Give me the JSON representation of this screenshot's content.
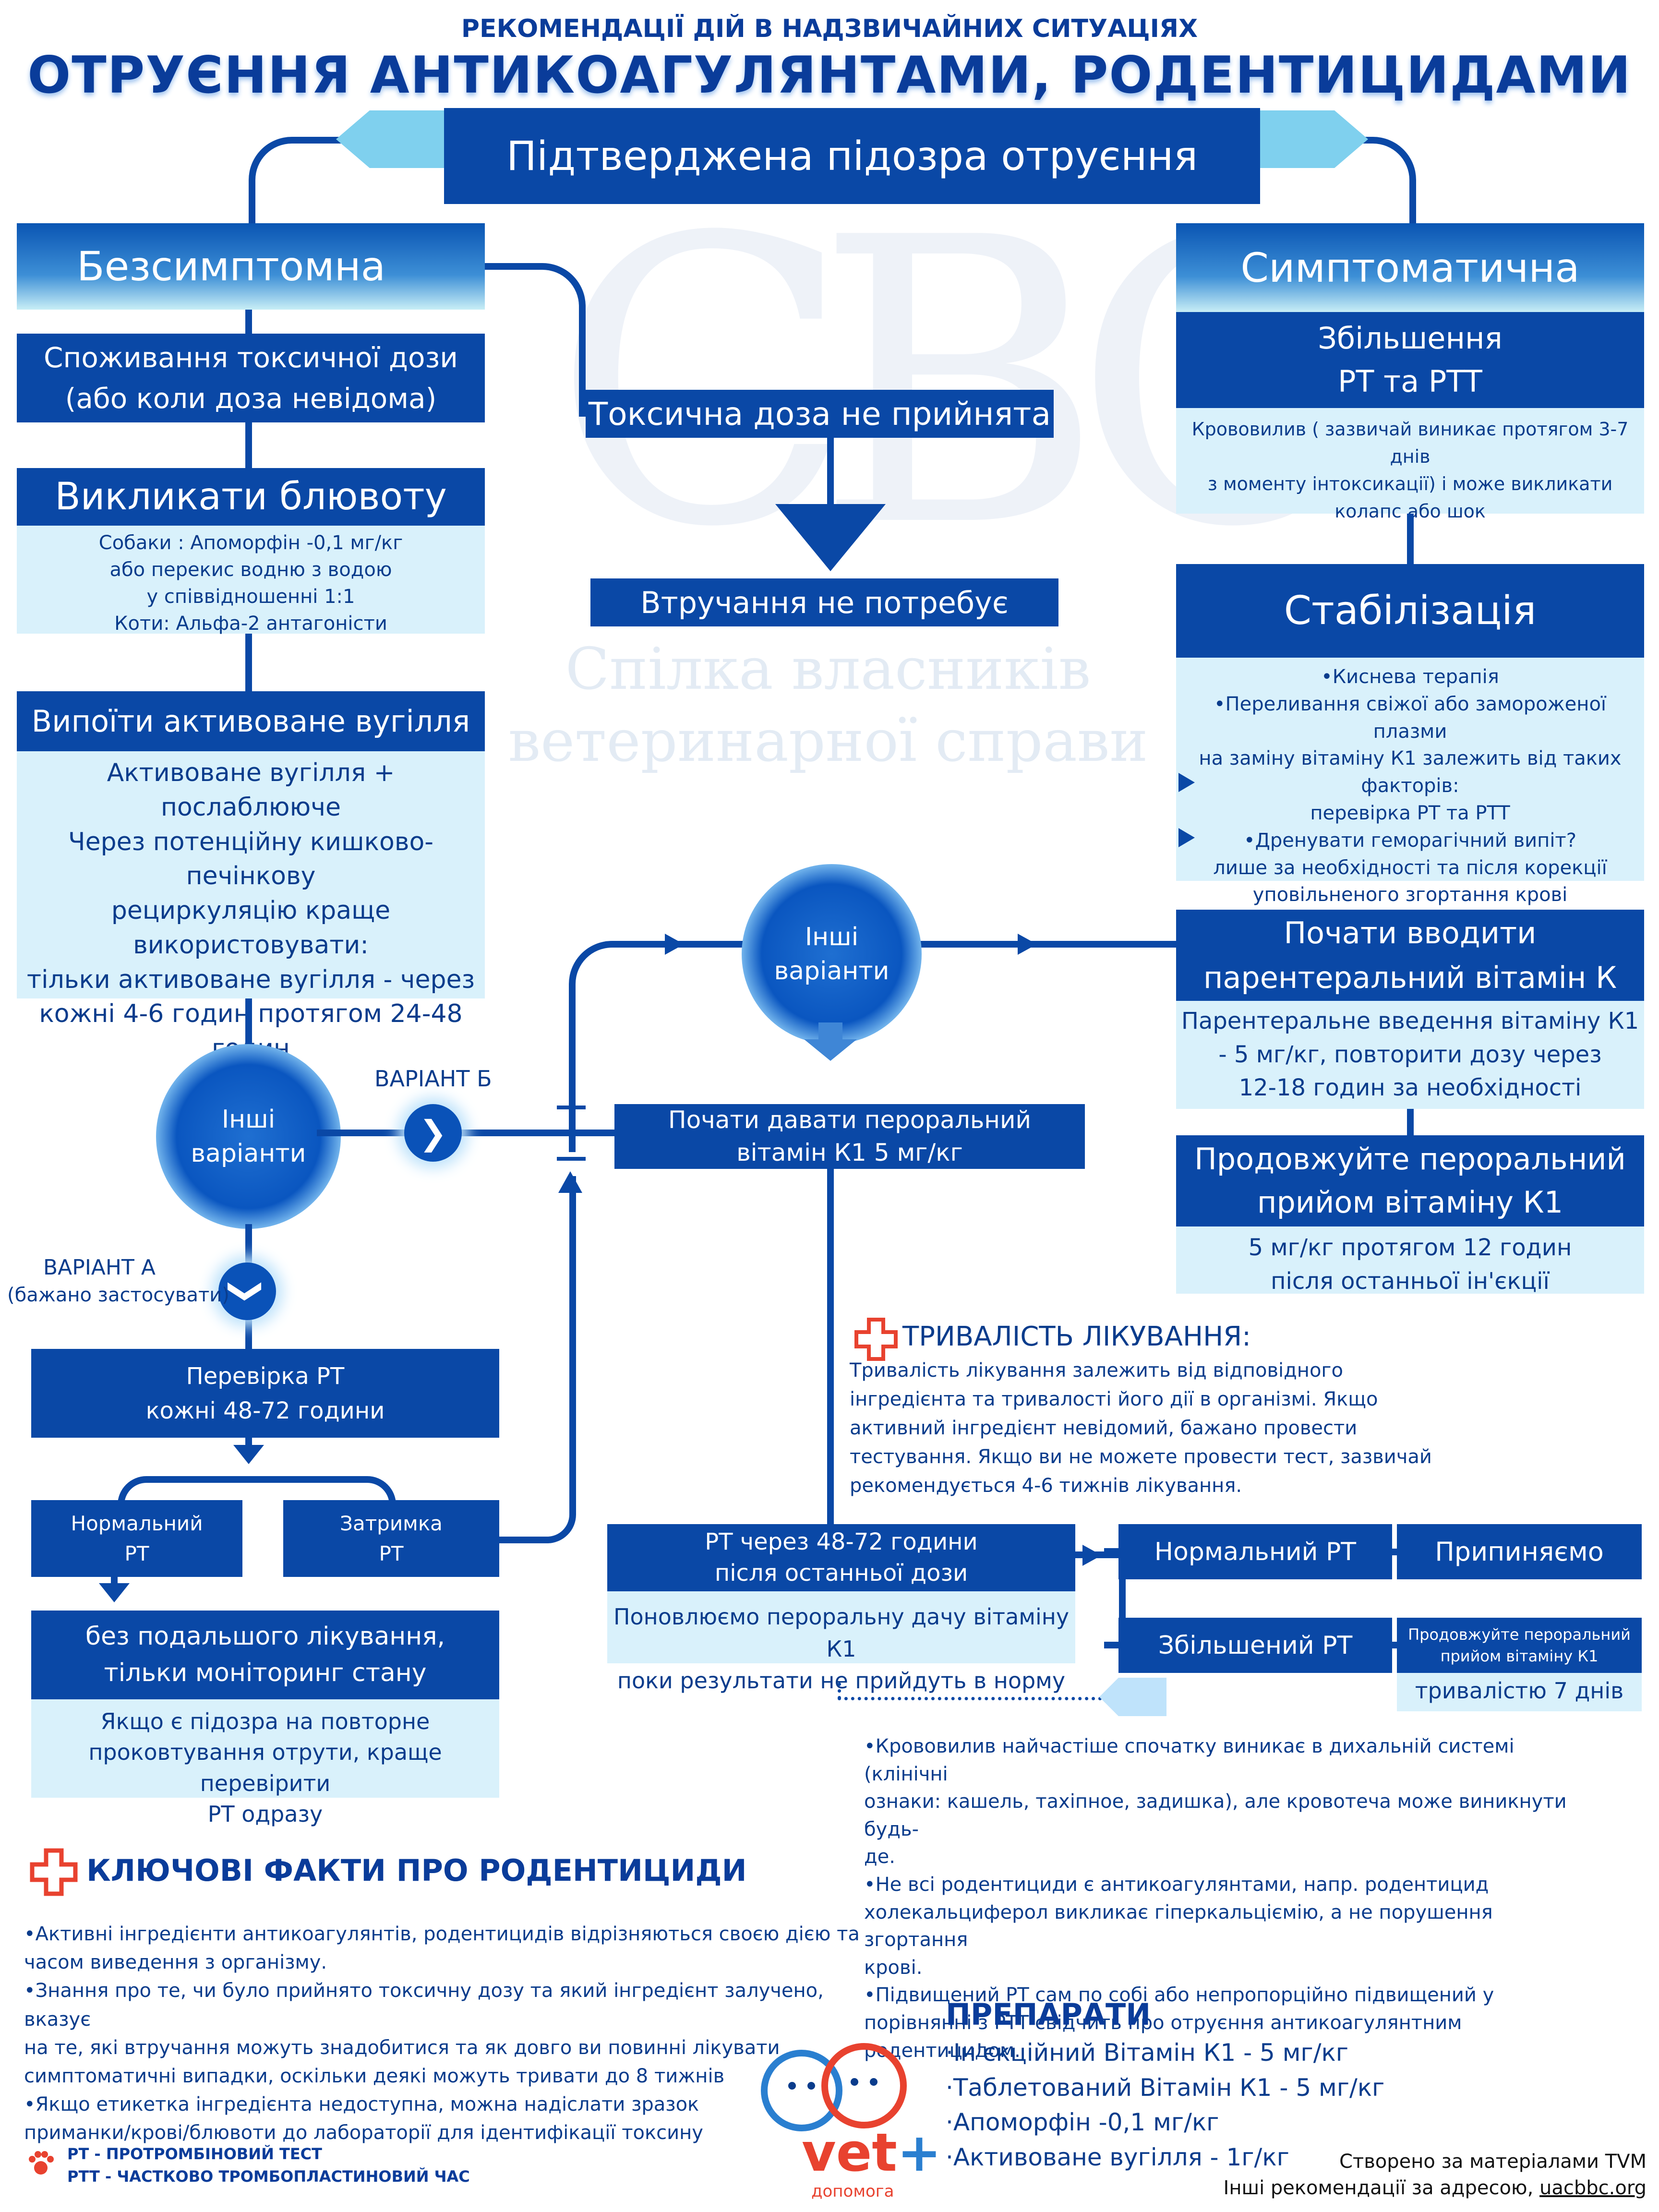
{
  "header": {
    "subtitle": "РЕКОМЕНДАЦІЇ ДІЙ В НАДЗВИЧАЙНИХ СИТУАЦІЯХ",
    "title": "ОТРУЄННЯ АНТИКОАГУЛЯНТАМИ, РОДЕНТИЦИДАМИ",
    "confirmed": "Підтверджена підозра отруєння"
  },
  "watermark": {
    "logo_letters": "CBC",
    "org_line1": "Спілка власників",
    "org_line2": "ветеринарної справи"
  },
  "left": {
    "asymptomatic": "Безсимптомна",
    "toxic_dose_l1": "Споживання токсичної дози",
    "toxic_dose_l2": "(або коли доза невідома)",
    "induce_vomit": "Викликати блювоту",
    "vomit_l1": "Собаки : Апоморфін -0,1 мг/кг",
    "vomit_l2": "або перекис водню з водою",
    "vomit_l3": "у співвідношенні 1:1",
    "vomit_l4": "Коти: Альфа-2 антагоністи",
    "charcoal": "Випоїти активоване вугілля",
    "charcoal_lines": [
      "Активоване вугілля + послаблююче",
      "Через потенційну кишково-печінкову",
      "рециркуляцію краще",
      "використовувати:",
      "тільки активоване вугілля - через",
      "кожні 4-6 годин протягом 24-48",
      "годин"
    ],
    "other_l1": "Інші",
    "other_l2": "варіанти",
    "variant_b": "ВАРІАНТ Б",
    "variant_a": "ВАРІАНТ А",
    "variant_a_note": "(бажано застосувати)",
    "check_pt_l1": "Перевірка PT",
    "check_pt_l2": "кожні 48-72 години",
    "normal_pt_l1": "Нормальний",
    "normal_pt_l2": "PT",
    "delay_pt_l1": "Затримка",
    "delay_pt_l2": "PT",
    "no_further_l1": "без подальшого лікування,",
    "no_further_l2": "тільки моніторинг стану",
    "reexposure_l1": "Якщо є підозра на повторне",
    "reexposure_l2": "проковтування отрути, краще перевірити",
    "reexposure_l3": "PT одразу"
  },
  "center": {
    "not_taken": "Токсична доза не прийнята",
    "no_intervention": "Втручання не потребує",
    "other_l1": "Інші",
    "other_l2": "варіанти",
    "oral_k1_l1": "Почати давати пероральний",
    "oral_k1_l2": "вітамін К1 5 мг/кг",
    "duration_title": "ТРИВАЛІСТЬ ЛІКУВАННЯ:",
    "duration_lines": [
      "Тривалість лікування залежить від відповідного",
      "інгредієнта та тривалості його дії в організмі. Якщо",
      "активний інгредієнт невідомий, бажано провести",
      "тестування. Якщо ви не можете провести тест, зазвичай",
      "рекомендується 4-6 тижнів лікування."
    ],
    "pt_after_l1": "PT через 48-72 години",
    "pt_after_l2": "після останньої дози",
    "renew_l1": "Поновлюємо пероральну дачу вітаміну К1",
    "renew_l2": "поки результати не прийдуть в норму",
    "normal_pt": "Нормальний PT",
    "stop": "Припиняємо",
    "increased_pt": "Збільшений PT",
    "continue_small_l1": "Продовжуйте пероральний",
    "continue_small_l2": "прийом вітаміну К1",
    "seven_days": "тривалістю 7 днів"
  },
  "right": {
    "symptomatic": "Симптоматична",
    "increase_l1": "Збільшення",
    "increase_l2": "PT та PTT",
    "bleed_l1": "Крововилив ( зазвичай виникає протягом 3-7 днів",
    "bleed_l2": "з моменту інтоксикації) і може викликати",
    "bleed_l3": "колапс або шок",
    "stabilization": "Стабілізація",
    "stab_lines": [
      "•Киснева терапія",
      "•Переливання свіжої або замороженої плазми",
      "на заміну вітаміну К1 залежить від таких",
      "факторів:",
      "перевірка PT та PTT",
      "•Дренувати геморагічний випіт?",
      "лише за необхідності та після корекції",
      "уповільненого згортання крові"
    ],
    "parenteral_l1": "Почати вводити",
    "parenteral_l2": "парентеральний вітамін К",
    "parenteral_det_l1": "Парентеральне введення вітаміну К1",
    "parenteral_det_l2": "- 5 мг/кг, повторити дозу через",
    "parenteral_det_l3": "12-18 годин за необхідності",
    "continue_l1": "Продовжуйте пероральний",
    "continue_l2": "прийом вітаміну К1",
    "continue_det_l1": "5 мг/кг протягом 12 годин",
    "continue_det_l2": "після останньої ін'єкції"
  },
  "notes": {
    "bullets": [
      "•Крововилив найчастіше спочатку виникає в дихальній системі (клінічні",
      "ознаки: кашель, тахіпное, задишка), але кровотеча може виникнути будь-",
      "де.",
      "•Не всі родентициди є антикоагулянтами, напр. родентицид",
      "холекальциферол викликає гіперкальціємію, а не порушення згортання",
      "крові.",
      "•Підвищений PT сам по собі або непропорційно підвищений у",
      "порівнянні з PTT свідчить про отруєння антикоагулянтним",
      "родентицидом."
    ]
  },
  "facts": {
    "title": "КЛЮЧОВІ ФАКТИ ПРО РОДЕНТИЦИДИ",
    "lines": [
      "•Активні інгредієнти антикоагулянтів, родентицидів відрізняються своєю дією та",
      "часом виведення з організму.",
      "•Знання про те, чи було прийнято токсичну дозу та який інгредієнт залучено, вказує",
      "на те, які втручання можуть знадобитися та як довго ви повинні лікувати",
      "симптоматичні випадки, оскільки деякі можуть тривати до 8 тижнів",
      "•Якщо етикетка інгредієнта недоступна, можна надіслати зразок",
      "приманки/крові/блювоти до лабораторії для ідентифікації токсину"
    ],
    "abbr_pt": "PT - ПРОТРОМБІНОВИЙ ТЕСТ",
    "abbr_ptt": "PTT - ЧАСТКОВО ТРОМБОПЛАСТИНОВИЙ ЧАС"
  },
  "drugs": {
    "title": "ПРЕПАРАТИ",
    "items": [
      "·Ін'єкційний Вітамін К1 - 5 мг/кг",
      "·Таблетований Вітамін К1 - 5 мг/кг",
      "·Апоморфін -0,1 мг/кг",
      "·Активоване вугілля - 1г/кг"
    ]
  },
  "footer": {
    "logo_text": "vet",
    "logo_plus": "+",
    "logo_sub": "допомога",
    "credit": "Створено за матеріалами TVM",
    "other": "Інші рекомендації за адресою,",
    "link": "uacbbc.org"
  },
  "colors": {
    "dark_blue": "#0a48a6",
    "light_blue": "#d9f1fb",
    "accent_red": "#e8422f"
  }
}
